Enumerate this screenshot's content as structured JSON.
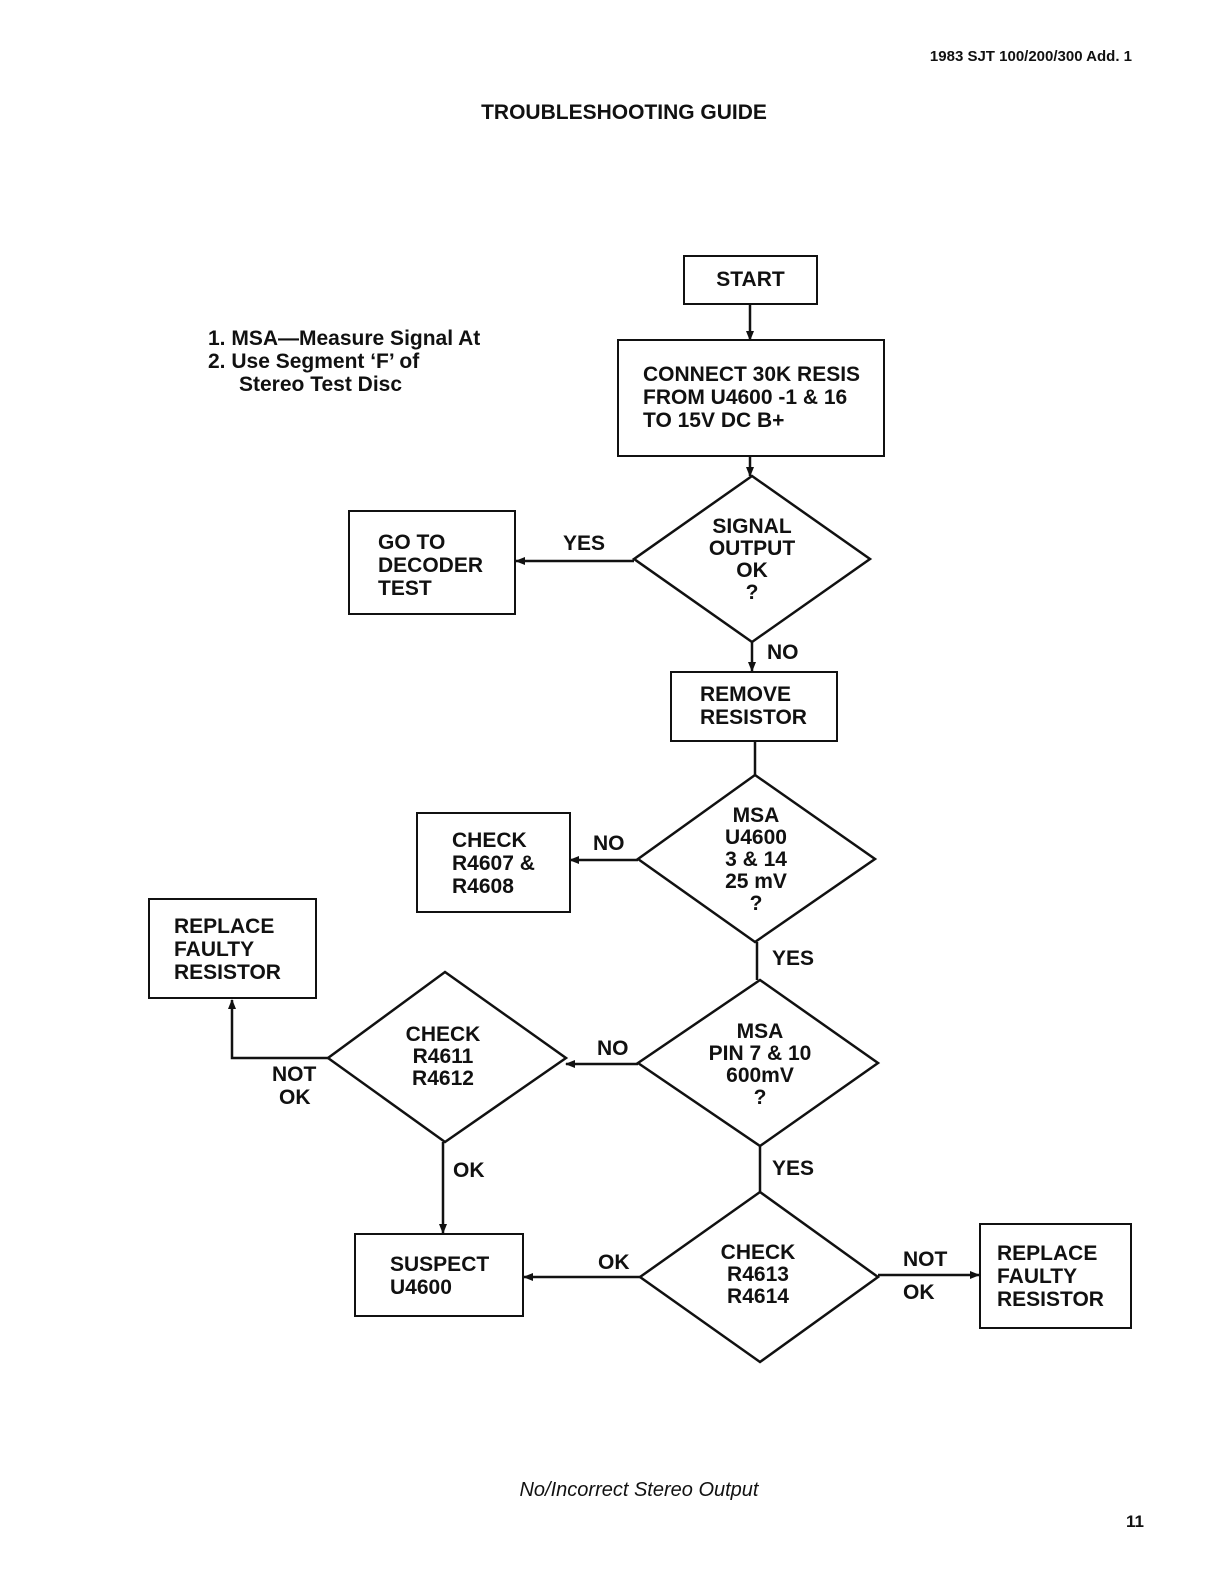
{
  "header": {
    "doc_ref": "1983 SJT 100/200/300 Add. 1",
    "title": "TROUBLESHOOTING GUIDE"
  },
  "notes": {
    "line1": "1.  MSA—Measure Signal At",
    "line2": "2.  Use Segment ‘F’ of",
    "line3": "Stereo Test Disc"
  },
  "nodes": {
    "start": {
      "lines": [
        "START"
      ]
    },
    "connect": {
      "lines": [
        "CONNECT 30K RESIS",
        "FROM U4600 -1 & 16",
        "TO 15V DC B+"
      ]
    },
    "signal_ok": {
      "lines": [
        "SIGNAL",
        "OUTPUT",
        "OK",
        "?"
      ]
    },
    "decoder": {
      "lines": [
        "GO TO",
        "DECODER",
        "TEST"
      ]
    },
    "remove": {
      "lines": [
        "REMOVE",
        "RESISTOR"
      ]
    },
    "msa1": {
      "lines": [
        "MSA",
        "U4600",
        "3 & 14",
        "25 mV",
        "?"
      ]
    },
    "check_r4607": {
      "lines": [
        "CHECK",
        "R4607 &",
        "R4608"
      ]
    },
    "msa2": {
      "lines": [
        "MSA",
        "PIN 7 & 10",
        "600mV",
        "?"
      ]
    },
    "check_r4611": {
      "lines": [
        "CHECK",
        "R4611",
        "R4612"
      ]
    },
    "replace_left": {
      "lines": [
        "REPLACE",
        "FAULTY",
        "RESISTOR"
      ]
    },
    "check_r4613": {
      "lines": [
        "CHECK",
        "R4613",
        "R4614"
      ]
    },
    "suspect": {
      "lines": [
        "SUSPECT",
        "U4600"
      ]
    },
    "replace_right": {
      "lines": [
        "REPLACE",
        "FAULTY",
        "RESISTOR"
      ]
    }
  },
  "edge_labels": {
    "signal_yes": "YES",
    "signal_no": "NO",
    "msa1_no": "NO",
    "msa1_yes": "YES",
    "msa2_no": "NO",
    "msa2_yes": "YES",
    "r4611_not": "NOT",
    "r4611_ok_word": "OK",
    "r4611_ok": "OK",
    "r4613_ok": "OK",
    "r4613_not": "NOT",
    "r4613_ok_word": "OK"
  },
  "footer": {
    "caption": "No/Incorrect Stereo Output",
    "page_number": "11"
  }
}
